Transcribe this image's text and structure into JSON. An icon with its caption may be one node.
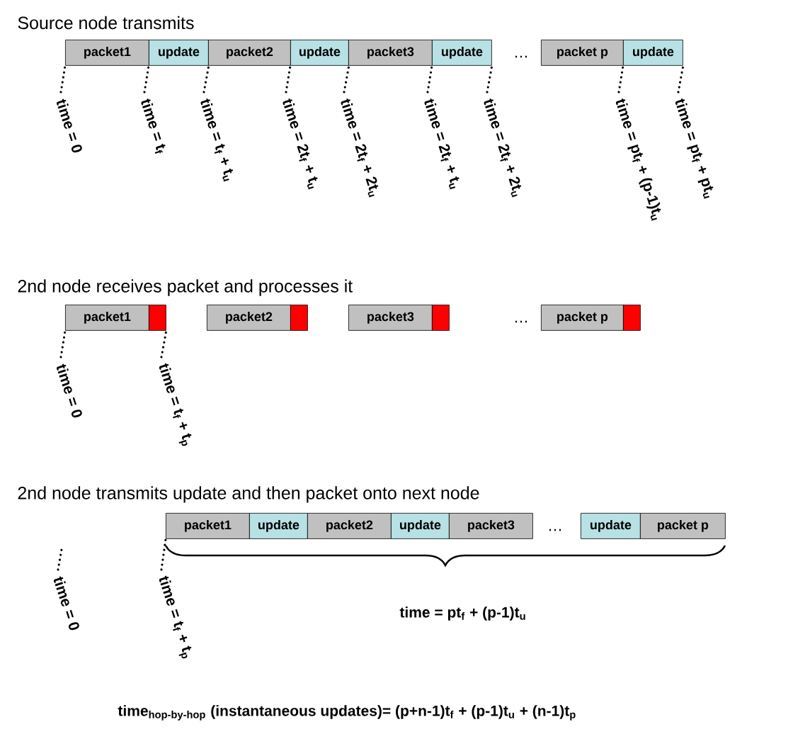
{
  "diagram": {
    "nodes": [
      {
        "text": [
          "packet1"
        ]
      },
      {
        "text": [
          "update"
        ]
      },
      {
        "text": [
          "packet2"
        ]
      },
      {
        "text": [
          "update"
        ]
      },
      {
        "text": [
          "packet3"
        ]
      },
      {
        "text": [
          "update"
        ]
      },
      {
        "text": [
          "packet p"
        ]
      },
      {
        "text": [
          "update"
        ]
      },
      {
        "text": [
          "packet1"
        ]
      },
      {
        "text": [],
        "shape": "box"
      },
      {
        "text": [
          "packet2"
        ]
      },
      {
        "text": [],
        "shape": "box"
      },
      {
        "text": [
          "packet3"
        ]
      },
      {
        "text": [],
        "shape": "box"
      },
      {
        "text": [
          "packet p"
        ]
      },
      {
        "text": [],
        "shape": "box"
      },
      {
        "text": [
          "packet1"
        ]
      },
      {
        "text": [
          "update"
        ]
      },
      {
        "text": [
          "packet2"
        ]
      },
      {
        "text": [
          "update"
        ]
      },
      {
        "text": [
          "packet3"
        ]
      },
      {
        "text": [
          "update"
        ]
      },
      {
        "text": [
          "packet p"
        ]
      },
      {
        "text": [
          "time = 0"
        ]
      },
      {
        "text": [
          "time = t$_{f}$"
        ]
      },
      {
        "text": [
          "time = t$_{f}$ + t$_{u}$"
        ]
      },
      {
        "text": [
          "time = 2t$_{f}$ + t$_{u}$"
        ]
      },
      {
        "text": [
          "time = 2t$_{f}$ + 2t$_{u}$"
        ]
      },
      {
        "text": [
          "time = 2t$_{f}$ + t$_{u}$"
        ]
      },
      {
        "text": [
          "time = 2t$_{f}$ + 2t$_{u}$"
        ]
      },
      {
        "text": [
          "time = pt$_{f}$ + (p-1)t$_{u}$"
        ]
      },
      {
        "text": [
          "time = pt$_{f}$ + pt$_{u}$"
        ]
      },
      {
        "text": [
          "time = 0"
        ]
      },
      {
        "text": [
          "time = t$_{f}$ + t$_{p}$"
        ]
      },
      {
        "text": [
          "time = 0"
        ]
      },
      {
        "text": [
          "time = t$_{f}$ + t$_{p}$"
        ]
      }
    ],
    "edges": [
      {
        "from": 23,
        "to": 0,
        "arrow": "none",
        "style": "dashed"
      },
      {
        "from": 24,
        "to": 1,
        "arrow": "none",
        "style": "dashed"
      },
      {
        "from": 25,
        "to": 1,
        "arrow": "none",
        "style": "dashed"
      },
      {
        "from": 26,
        "to": 3,
        "arrow": "none",
        "style": "dashed"
      },
      {
        "from": 27,
        "to": 3,
        "arrow": "none",
        "style": "dashed"
      },
      {
        "from": 28,
        "to": 5,
        "arrow": "none",
        "style": "dashed"
      },
      {
        "from": 29,
        "to": 5,
        "arrow": "none",
        "style": "dashed"
      },
      {
        "from": 30,
        "to": 7,
        "arrow": "none",
        "style": "dashed"
      },
      {
        "from": 31,
        "to": 7,
        "arrow": "none",
        "style": "dashed"
      },
      {
        "from": 32,
        "to": 8,
        "arrow": "none",
        "style": "dashed"
      },
      {
        "from": 33,
        "to": 9,
        "arrow": "none",
        "style": "dashed"
      },
      {
        "from": 34,
        "to": null,
        "arrow": "none",
        "style": "dashed"
      },
      {
        "from": 35,
        "to": 16,
        "arrow": "none",
        "style": "dashed"
      }
    ],
    "labels": [
      "Source node transmits",
      "…",
      "2nd node receives packet and processes it",
      "…",
      "2nd node transmits update and then packet onto next node",
      "…",
      "time = pt$_{f}$ + (p-1)t$_{u}$",
      "time$_{hop-by-hop}$ (instantaneous updates)= (p+n-1)t$_{f}$ + (p-1)t$_{u}$ + (n-1)t$_{p}$"
    ]
  }
}
